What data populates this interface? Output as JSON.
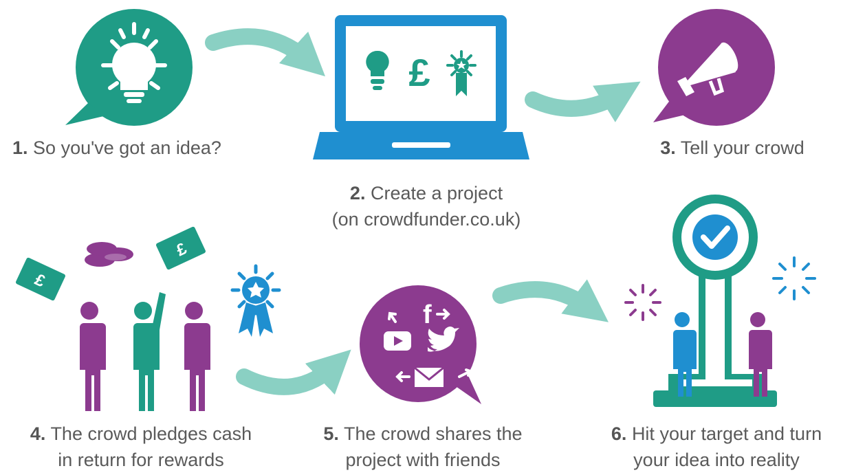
{
  "colors": {
    "teal": "#1f9c86",
    "light_teal": "#8ad0c3",
    "blue": "#1f8fd0",
    "purple": "#8c3b8f",
    "white": "#ffffff"
  },
  "icons": [
    "lightbulb-icon",
    "laptop-icon",
    "pound-icon",
    "rosette-icon",
    "megaphone-icon",
    "banknote-icon",
    "coins-icon",
    "person-icon",
    "facebook-icon",
    "youtube-icon",
    "twitter-icon",
    "envelope-icon",
    "checkmark-icon",
    "target-tower-icon",
    "firework-icon"
  ],
  "steps": [
    {
      "num": "1.",
      "line1": "So you've got an idea?",
      "line2": ""
    },
    {
      "num": "2.",
      "line1": "Create a project",
      "line2": "(on crowdfunder.co.uk)"
    },
    {
      "num": "3.",
      "line1": "Tell your crowd",
      "line2": ""
    },
    {
      "num": "4.",
      "line1": "The crowd pledges cash",
      "line2": "in return for rewards"
    },
    {
      "num": "5.",
      "line1": "The crowd shares the",
      "line2": "project with friends"
    },
    {
      "num": "6.",
      "line1": "Hit your target and turn",
      "line2": "your idea into reality"
    }
  ],
  "banknote_symbol": "£",
  "pound_symbol": "£"
}
